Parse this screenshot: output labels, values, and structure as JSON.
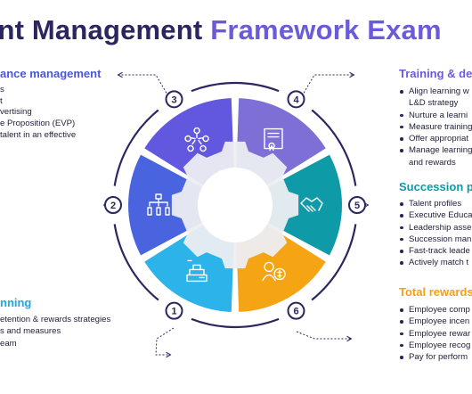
{
  "title": {
    "part1": "ent Management ",
    "part2": "Framework Exam"
  },
  "sections": {
    "performance": {
      "title": "ance management",
      "color": "#4a58d8",
      "items": [
        {
          "text": "s",
          "bullet": false
        },
        {
          "text": "",
          "bullet": false
        },
        {
          "text": "",
          "bullet": false
        },
        {
          "text": "t",
          "bullet": false
        },
        {
          "text": "",
          "bullet": false
        },
        {
          "text": "",
          "bullet": false
        },
        {
          "text": "",
          "bullet": false
        },
        {
          "text": "",
          "bullet": false
        },
        {
          "text": "vertising",
          "bullet": false
        },
        {
          "text": "e Proposition (EVP)",
          "bullet": false
        },
        {
          "text": "",
          "bullet": false
        },
        {
          "text": "talent in an effective",
          "bullet": false
        }
      ]
    },
    "planning": {
      "title": "nning",
      "color": "#1ea7e0",
      "items": [
        {
          "text": "etention & rewards strategies",
          "bullet": false
        },
        {
          "text": "s and measures",
          "bullet": false
        },
        {
          "text": "eam",
          "bullet": false
        }
      ]
    },
    "training": {
      "title": "Training & dev",
      "color": "#6a5bd8",
      "items": [
        {
          "text": "Align learning w",
          "bullet": true
        },
        {
          "text": "L&D strategy",
          "bullet": false
        },
        {
          "text": "Nurture a learni",
          "bullet": true
        },
        {
          "text": "Measure training",
          "bullet": true
        },
        {
          "text": "Offer appropriat",
          "bullet": true
        },
        {
          "text": "Manage learning",
          "bullet": true
        },
        {
          "text": "and rewards",
          "bullet": false
        }
      ]
    },
    "succession": {
      "title": "Succession pla",
      "color": "#0e9aa7",
      "items": [
        {
          "text": "Talent profiles",
          "bullet": true
        },
        {
          "text": "Executive Educa",
          "bullet": true
        },
        {
          "text": "Leadership asse",
          "bullet": true
        },
        {
          "text": "Succession man",
          "bullet": true
        },
        {
          "text": "Fast-track leade",
          "bullet": true
        },
        {
          "text": "Actively match t",
          "bullet": true
        }
      ]
    },
    "rewards": {
      "title": "Total rewards",
      "color": "#f4a014",
      "items": [
        {
          "text": "Employee comp",
          "bullet": true
        },
        {
          "text": "Employee incen",
          "bullet": true
        },
        {
          "text": "Employee rewar",
          "bullet": true
        },
        {
          "text": "Employee recog",
          "bullet": true
        },
        {
          "text": "Pay for perform",
          "bullet": true
        }
      ]
    }
  },
  "wheel": {
    "segments": [
      {
        "number": "1",
        "color": "#2cb3ea",
        "icon": "cashier-icon"
      },
      {
        "number": "2",
        "color": "#4a64e0",
        "icon": "team-structure-icon"
      },
      {
        "number": "3",
        "color": "#6258e0",
        "icon": "people-network-icon"
      },
      {
        "number": "4",
        "color": "#7d6fd6",
        "icon": "certificate-board-icon"
      },
      {
        "number": "5",
        "color": "#0e9aa7",
        "icon": "handshake-icon"
      },
      {
        "number": "6",
        "color": "#f5a414",
        "icon": "person-dollar-icon"
      }
    ],
    "gear_color": "#eceef2",
    "ring_color": "#2b2560"
  }
}
